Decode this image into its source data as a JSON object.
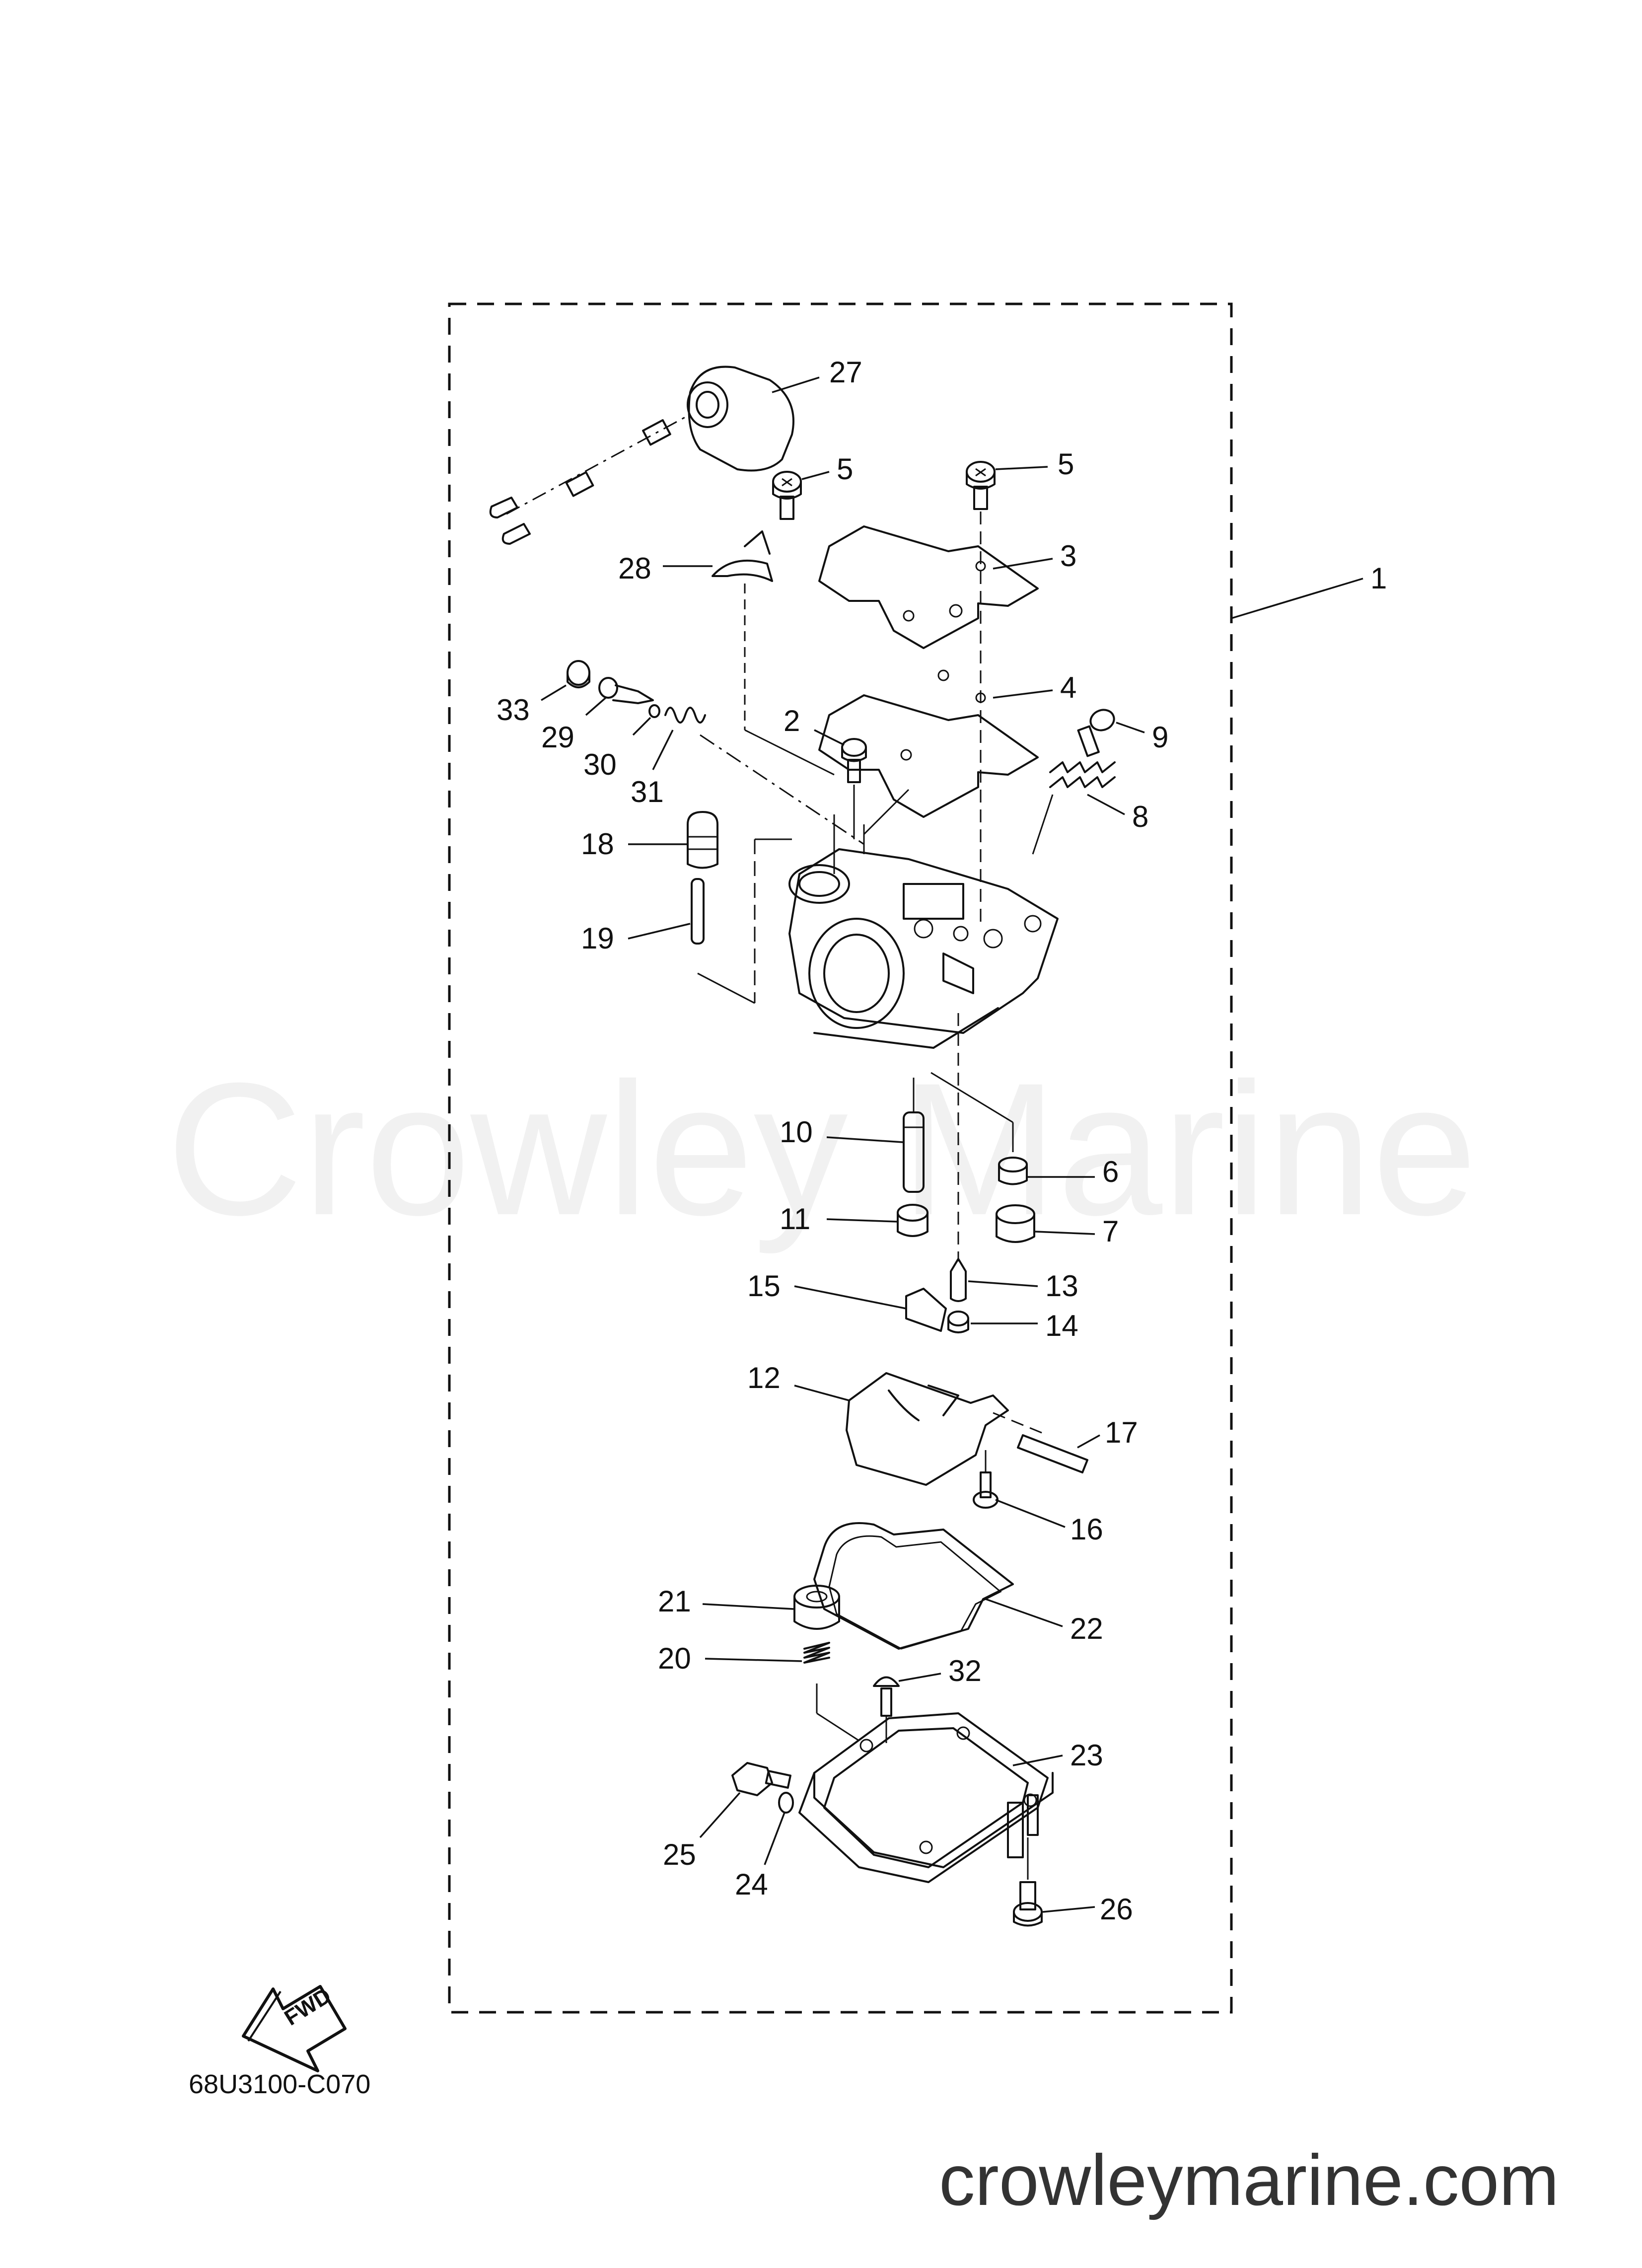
{
  "watermark": "Crowley Marine",
  "diagram_code": "68U3100-C070",
  "footer_url": "crowleymarine.com",
  "fwd_arrow_label": "FWD",
  "callouts": [
    {
      "id": "c1",
      "label": "1"
    },
    {
      "id": "c2",
      "label": "2"
    },
    {
      "id": "c3",
      "label": "3"
    },
    {
      "id": "c4",
      "label": "4"
    },
    {
      "id": "c5a",
      "label": "5"
    },
    {
      "id": "c5b",
      "label": "5"
    },
    {
      "id": "c6",
      "label": "6"
    },
    {
      "id": "c7",
      "label": "7"
    },
    {
      "id": "c8",
      "label": "8"
    },
    {
      "id": "c9",
      "label": "9"
    },
    {
      "id": "c10",
      "label": "10"
    },
    {
      "id": "c11",
      "label": "11"
    },
    {
      "id": "c12",
      "label": "12"
    },
    {
      "id": "c13",
      "label": "13"
    },
    {
      "id": "c14",
      "label": "14"
    },
    {
      "id": "c15",
      "label": "15"
    },
    {
      "id": "c16",
      "label": "16"
    },
    {
      "id": "c17",
      "label": "17"
    },
    {
      "id": "c18",
      "label": "18"
    },
    {
      "id": "c19",
      "label": "19"
    },
    {
      "id": "c20",
      "label": "20"
    },
    {
      "id": "c21",
      "label": "21"
    },
    {
      "id": "c22",
      "label": "22"
    },
    {
      "id": "c23",
      "label": "23"
    },
    {
      "id": "c24",
      "label": "24"
    },
    {
      "id": "c25",
      "label": "25"
    },
    {
      "id": "c26",
      "label": "26"
    },
    {
      "id": "c27",
      "label": "27"
    },
    {
      "id": "c28",
      "label": "28"
    },
    {
      "id": "c29",
      "label": "29"
    },
    {
      "id": "c30",
      "label": "30"
    },
    {
      "id": "c31",
      "label": "31"
    },
    {
      "id": "c32",
      "label": "32"
    },
    {
      "id": "c33",
      "label": "33"
    }
  ]
}
